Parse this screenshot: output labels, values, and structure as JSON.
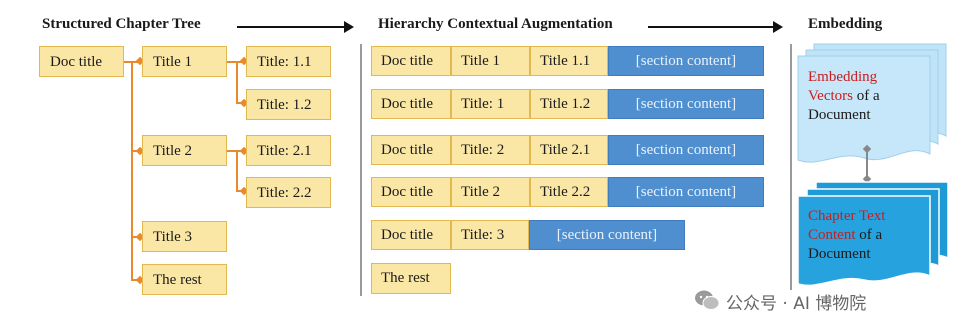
{
  "headings": {
    "tree": "Structured Chapter Tree",
    "augment": "Hierarchy Contextual Augmentation",
    "embed": "Embedding"
  },
  "tree": {
    "doc_title": "Doc title",
    "title1": "Title 1",
    "title1_1": "Title: 1.1",
    "title1_2": "Title: 1.2",
    "title2": "Title 2",
    "title2_1": "Title: 2.1",
    "title2_2": "Title: 2.2",
    "title3": "Title 3",
    "rest": "The rest"
  },
  "augmented_rows": [
    [
      "Doc title",
      "Title 1",
      "Title 1.1",
      "[section content]"
    ],
    [
      "Doc title",
      "Title: 1",
      "Title 1.2",
      "[section content]"
    ],
    [
      "Doc title",
      "Title: 2",
      "Title 2.1",
      "[section content]"
    ],
    [
      "Doc title",
      "Title 2",
      "Title 2.2",
      "[section content]"
    ],
    [
      "Doc title",
      "Title: 3",
      "[section content]"
    ],
    [
      "The rest"
    ]
  ],
  "embedding": {
    "top_red": "Embedding",
    "top_red2": "Vectors",
    "top_rest": "of a",
    "top_line3": "Document",
    "bottom_red": "Chapter Text",
    "bottom_red2": "Content",
    "bottom_rest": "of a",
    "bottom_line3": "Document"
  },
  "watermark": "公众号 · AI 博物院",
  "colors": {
    "title_box": "#fbe7a5",
    "content_box": "#4f8fd0",
    "connector": "#e8892c",
    "embedding_light": "#bfe3f7",
    "embedding_dark": "#1e9ad6"
  }
}
